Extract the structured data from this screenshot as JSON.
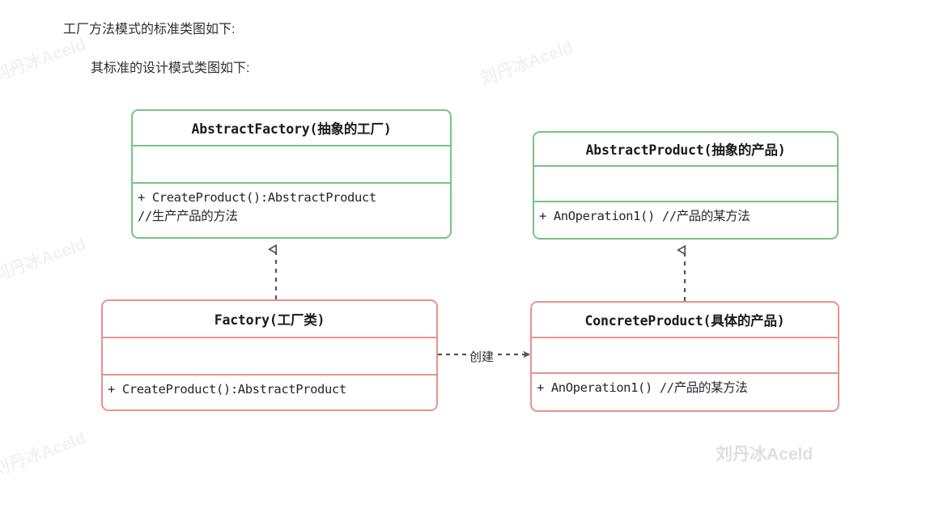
{
  "page": {
    "title": "工厂方法模式的标准类图",
    "background_color": "#ffffff"
  },
  "paragraphs": [
    {
      "id": "intro-1",
      "text": "工厂方法模式的标准类图如下:"
    },
    {
      "id": "intro-2",
      "text": "其标准的设计模式类图如下:"
    }
  ],
  "watermark": {
    "text": "刘丹冰Aceld",
    "faint_color": "#f2f2f2",
    "strong_color": "#dfdfdf"
  },
  "palette": {
    "abstract_border": "#79c387",
    "concrete_border": "#e8928f",
    "box_fill": "#ffffff",
    "code_text": "#26262e",
    "title_text": "#1b1b1b",
    "connector": "#555555"
  },
  "diagram": {
    "type": "uml-class-diagram",
    "classes": [
      {
        "key": "abstract_factory",
        "name": "AbstractFactory(抽象的工厂)",
        "stereotype": "abstract",
        "border_color": "#79c387",
        "attributes": "",
        "methods": "+ CreateProduct():AbstractProduct\n//生产产品的方法"
      },
      {
        "key": "abstract_product",
        "name": "AbstractProduct(抽象的产品)",
        "stereotype": "abstract",
        "border_color": "#79c387",
        "attributes": "",
        "methods": "+ AnOperation1() //产品的某方法"
      },
      {
        "key": "factory",
        "name": "Factory(工厂类)",
        "stereotype": "concrete",
        "border_color": "#e8928f",
        "attributes": "",
        "methods": "+ CreateProduct():AbstractProduct"
      },
      {
        "key": "concrete_product",
        "name": "ConcreteProduct(具体的产品)",
        "stereotype": "concrete",
        "border_color": "#e8928f",
        "attributes": "",
        "methods": "+ AnOperation1() //产品的某方法"
      }
    ],
    "relations": [
      {
        "key": "factory_realizes_abstract_factory",
        "from": "factory",
        "to": "abstract_factory",
        "kind": "realization",
        "line": "dashed",
        "arrowhead": "hollow-triangle",
        "label": ""
      },
      {
        "key": "concrete_product_realizes_abstract_product",
        "from": "concrete_product",
        "to": "abstract_product",
        "kind": "realization",
        "line": "dashed",
        "arrowhead": "hollow-triangle",
        "label": ""
      },
      {
        "key": "factory_creates_concrete_product",
        "from": "factory",
        "to": "concrete_product",
        "kind": "dependency",
        "line": "dashed",
        "arrowhead": "open",
        "label": "创建"
      }
    ]
  }
}
